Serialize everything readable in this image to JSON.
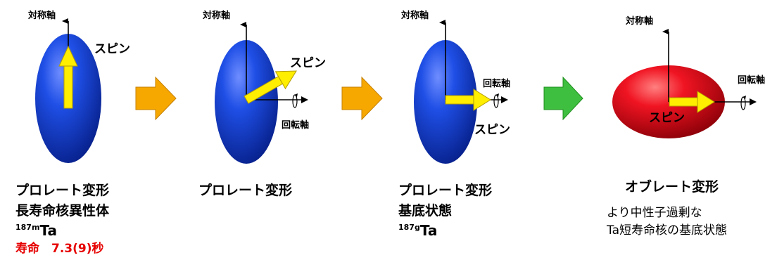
{
  "colors": {
    "prolate": "#1540d8",
    "oblate": "#e8101e",
    "spin_arrow": "#ffee00",
    "transition_arrow_orange": "#f7a800",
    "transition_arrow_green": "#3fbf3f",
    "lifetime_text": "#e60000"
  },
  "panels": [
    {
      "axis_label": "対称軸",
      "spin_label": "スピン",
      "rotation_label": "",
      "caption": [
        "プロレート変形",
        "長寿命核異性体"
      ],
      "isotope": {
        "mass": "187m",
        "symbol": "Ta"
      },
      "lifetime": "寿命　7.3(9)秒"
    },
    {
      "axis_label": "対称軸",
      "spin_label": "スピン",
      "rotation_label": "回転軸",
      "caption": [
        "プロレート変形"
      ]
    },
    {
      "axis_label": "対称軸",
      "spin_label": "スピン",
      "rotation_label": "回転軸",
      "caption": [
        "プロレート変形",
        "基底状態"
      ],
      "isotope": {
        "mass": "187g",
        "symbol": "Ta"
      }
    },
    {
      "axis_label": "対称軸",
      "spin_label": "スピン",
      "rotation_label": "回転軸",
      "caption": [
        "オブレート変形"
      ],
      "note": [
        "より中性子過剰な",
        "Ta短寿命核の基底状態"
      ]
    }
  ]
}
